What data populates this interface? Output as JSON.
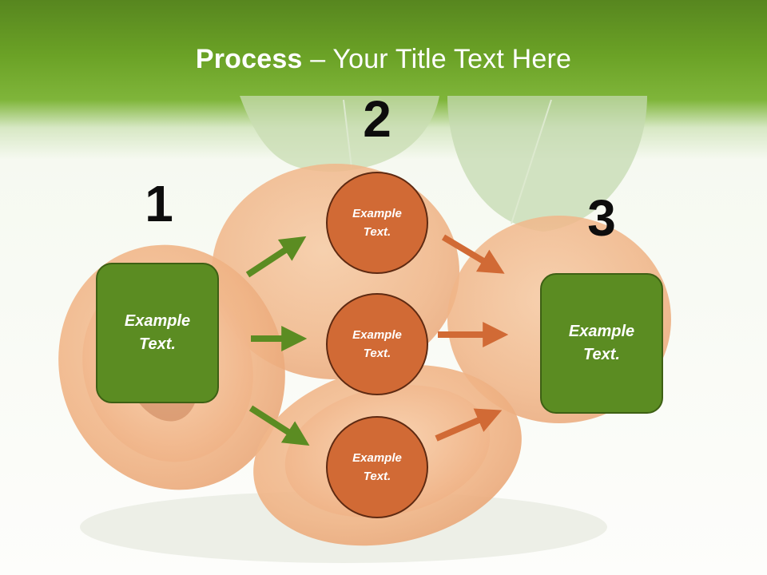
{
  "title": {
    "strong": "Process",
    "rest": " – Your Title Text Here"
  },
  "steps": {
    "one": "1",
    "two": "2",
    "three": "3"
  },
  "left_box": {
    "line1": "Example",
    "line2": "Text."
  },
  "right_box": {
    "line1": "Example",
    "line2": "Text."
  },
  "circles": [
    {
      "line1": "Example",
      "line2": "Text."
    },
    {
      "line1": "Example",
      "line2": "Text."
    },
    {
      "line1": "Example",
      "line2": "Text."
    }
  ],
  "colors": {
    "header_green": "#6ba226",
    "box_green": "#5b8c22",
    "circle_orange": "#d16a35",
    "arrow_green": "#5b8c22",
    "arrow_orange": "#d16a35"
  }
}
